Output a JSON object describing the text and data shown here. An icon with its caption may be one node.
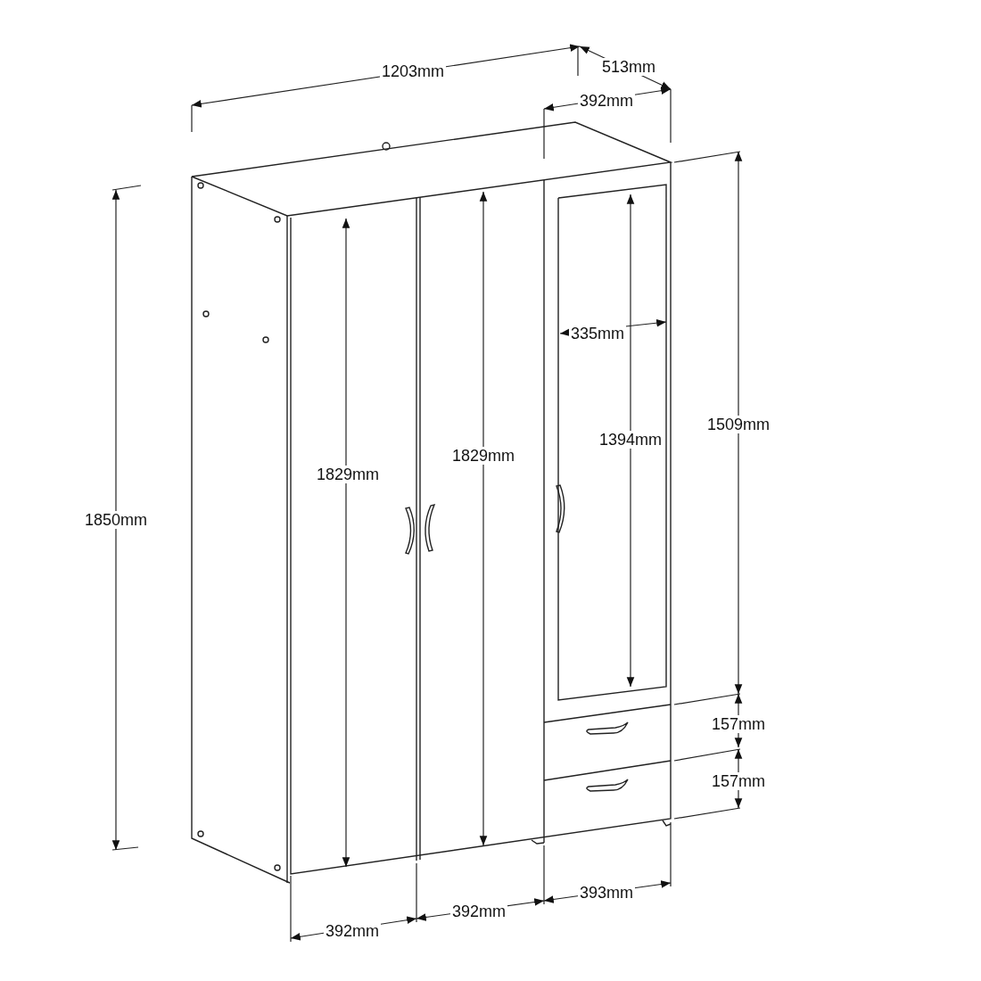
{
  "diagram": {
    "labels": [
      "1203mm",
      "513mm",
      "392mm",
      "335mm",
      "1509mm",
      "1394mm",
      "1829mm",
      "1829mm",
      "1850mm",
      "157mm",
      "157mm",
      "393mm",
      "392mm",
      "392mm"
    ]
  }
}
